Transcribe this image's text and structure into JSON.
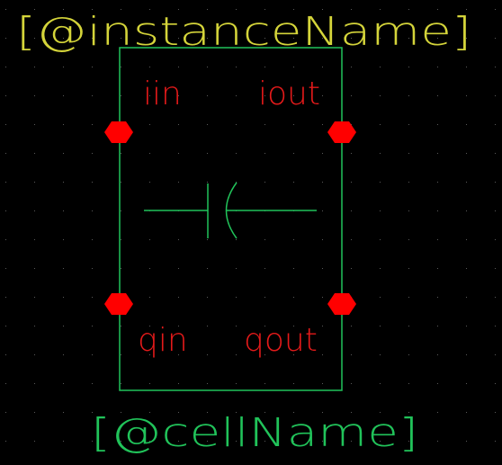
{
  "symbol": {
    "instance_name_label": "[@instanceName]",
    "cell_name_label": "[@cellName]",
    "pins": [
      {
        "name": "iin"
      },
      {
        "name": "iout"
      },
      {
        "name": "qin"
      },
      {
        "name": "qout"
      }
    ],
    "device_glyph": "capacitor-icon"
  },
  "colors": {
    "background": "#000000",
    "grid_dot": "#5a5a5a",
    "symbol_outline": "#21c35a",
    "instance_label": "#d4d43a",
    "cell_label": "#21c35a",
    "pin_label": "#e41a1a",
    "pin_marker": "#ff0000"
  }
}
